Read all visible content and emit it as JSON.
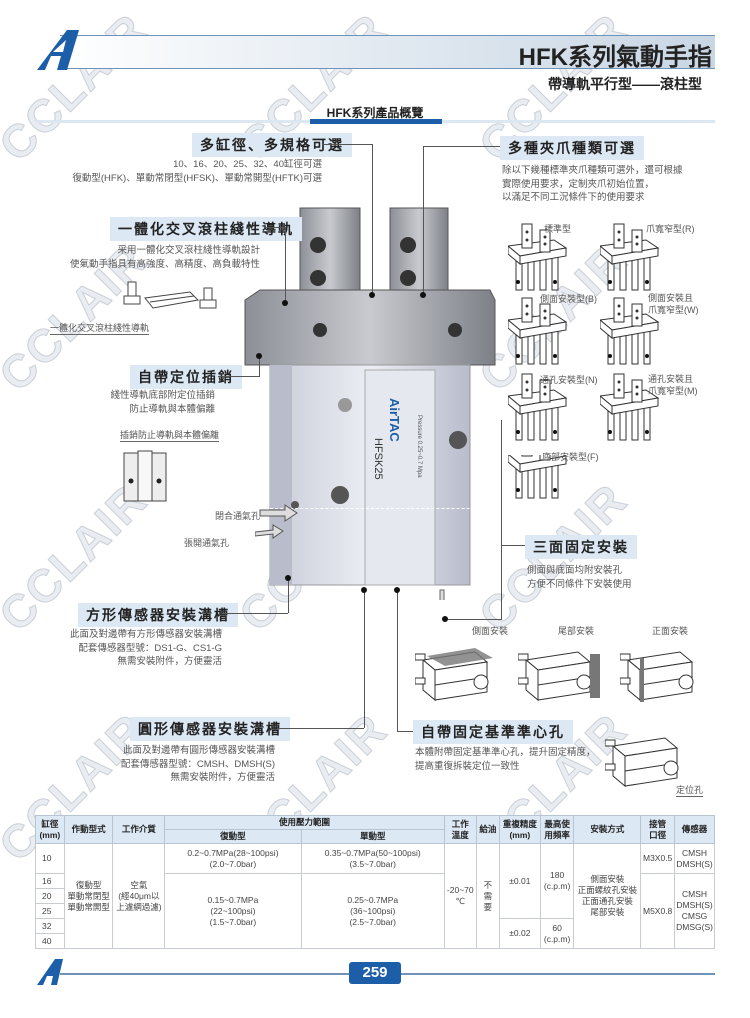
{
  "watermark": "CCLAIR",
  "header": {
    "title": "HFK系列氣動手指",
    "subtitle": "帶導軌平行型——滾柱型",
    "section": "HFK系列產品概覽",
    "logo": "A"
  },
  "product": {
    "brand": "AirTAC",
    "model": "HFSK25",
    "pressure": "Pressure 0.25~0.7 Mpa"
  },
  "callouts": {
    "bores": {
      "title": "多缸徑、多規格可選",
      "lines": [
        "10、16、20、25、32、40缸徑可選",
        "復動型(HFK)、單動常閉型(HFSK)、單動常開型(HFTK)可選"
      ]
    },
    "rail": {
      "title": "一體化交叉滾柱綫性導軌",
      "lines": [
        "采用一體化交叉滾柱綫性導軌設計",
        "使氣動手指具有高強度、高精度、高負載特性"
      ],
      "figure_label": "一體化交叉滾柱綫性導軌"
    },
    "pin": {
      "title": "自帶定位插銷",
      "lines": [
        "綫性導軌底部附定位插銷",
        "防止導軌與本體偏離"
      ],
      "figure_label": "插銷防止導軌與本體偏離"
    },
    "ports": {
      "close": "閉合通氣孔",
      "open": "張開通氣孔"
    },
    "square": {
      "title": "方形傳感器安裝溝槽",
      "lines": [
        "此面及對邊帶有方形傳感器安裝溝槽",
        "配套傳感器型號：DS1-G、CS1-G",
        "無需安裝附件，方便靈活"
      ]
    },
    "round": {
      "title": "圓形傳感器安裝溝槽",
      "lines": [
        "此面及對邊帶有圓形傳感器安裝溝槽",
        "配套傳感器型號：CMSH、DMSH(S)",
        "無需安裝附件，方便靈活"
      ]
    },
    "jaws": {
      "title": "多種夾爪種類可選",
      "lines": [
        "除以下幾種標準夾爪種類可選外，還可根據",
        "實際使用要求，定制夾爪初始位置，",
        "以滿足不同工況條件下的使用要求"
      ],
      "types": [
        "標準型",
        "爪寬窄型(R)",
        "側面安裝型(B)",
        "側面安裝且\n爪寬窄型(W)",
        "通孔安裝型(N)",
        "通孔安裝且\n爪寬窄型(M)",
        "底部安裝型(F)"
      ]
    },
    "mount": {
      "title": "三面固定安裝",
      "lines": [
        "側面與底面均附安裝孔",
        "方便不同條件下安裝使用"
      ],
      "types": [
        "側面安裝",
        "尾部安裝",
        "正面安裝"
      ]
    },
    "center": {
      "title": "自帶固定基準準心孔",
      "lines": [
        "本體附帶固定基準準心孔，提升固定精度，",
        "提高重復拆裝定位一致性"
      ],
      "figure_label": "定位孔"
    }
  },
  "table": {
    "headers": {
      "bore": "缸徑\n(mm)",
      "action": "作動型式",
      "medium": "工作介質",
      "pressure": "使用壓力範圍",
      "double": "復動型",
      "single": "單動型",
      "temp": "工作\n溫度",
      "lube": "給油",
      "repeat": "重複精度\n(mm)",
      "freq": "最高使\n用頻率",
      "mount": "安裝方式",
      "port": "接管\n口徑",
      "sensor": "傳感器"
    },
    "bores": [
      "10",
      "16",
      "20",
      "25",
      "32",
      "40"
    ],
    "action": "復動型\n單動常閉型\n單動常開型",
    "medium": "空氣\n(經40μm以\n上濾網過濾)",
    "p10_double": "0.2~0.7MPa(28~100psi)(2.0~7.0bar)",
    "p10_single": "0.35~0.7MPa(50~100psi)(3.5~7.0bar)",
    "p_double": "0.15~0.7MPa\n(22~100psi)\n(1.5~7.0bar)",
    "p_single": "0.25~0.7MPa\n(36~100psi)\n(2.5~7.0bar)",
    "temp": "-20~70\n℃",
    "lube": "不\n需\n要",
    "repeat_a": "±0.01",
    "repeat_b": "±0.02",
    "freq_a": "180\n(c.p.m)",
    "freq_b": "60\n(c.p.m)",
    "mount": "側面安裝\n正面螺紋孔安裝\n正面通孔安裝\n尾部安裝",
    "port_a": "M3X0.5",
    "port_b": "M5X0.8",
    "sensor_a": "CMSH\nDMSH(S)",
    "sensor_b": "CMSH\nDMSH(S)\nCMSG\nDMSG(S)"
  },
  "footer": {
    "page": "259"
  },
  "colors": {
    "brand": "#1c5fa8",
    "callout_bg": "#dce8f4"
  }
}
